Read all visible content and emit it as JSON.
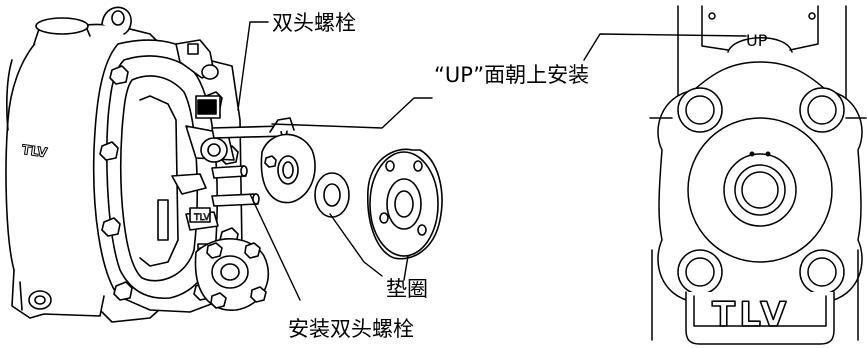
{
  "labels": {
    "stud_bolt": "双头螺栓",
    "up_face": "“UP”面朝上安装",
    "gasket": "垫圈",
    "install_stud_bolt": "安装双头螺栓"
  },
  "marks": {
    "brand_body": "TLV",
    "brand_plate_small": "TLV",
    "brand_plate_large": "TLV",
    "up_mark": "UP"
  }
}
